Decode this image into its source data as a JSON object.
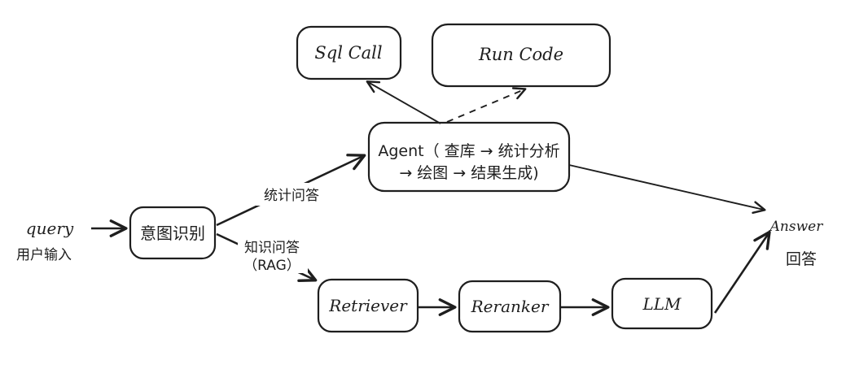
{
  "diagram": {
    "colors": {
      "stroke": "#1e1e1e",
      "background": "#ffffff"
    },
    "nodes": {
      "sql_call": {
        "label": "Sql Call"
      },
      "run_code": {
        "label": "Run Code"
      },
      "agent": {
        "label_line1": "Agent（ 查库 → 统计分析",
        "label_line2": "→ 绘图 → 结果生成)"
      },
      "intent": {
        "label": "意图识别"
      },
      "retriever": {
        "label": "Retriever"
      },
      "reranker": {
        "label": "Reranker"
      },
      "llm": {
        "label": "LLM"
      }
    },
    "labels": {
      "query": "query",
      "user_input": "用户输入",
      "stat_qa": "统计问答",
      "knowledge_qa_line1": "知识问答",
      "knowledge_qa_line2": "（RAG）",
      "answer_en": "Answer",
      "answer_cn": "回答"
    }
  }
}
